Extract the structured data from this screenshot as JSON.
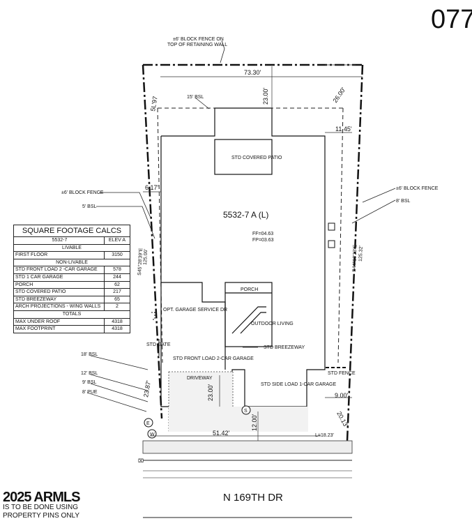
{
  "sheet_number": "077",
  "lot": {
    "plan_label": "5532-7 A (L)",
    "ff": "FF=04.63",
    "fp": "FP=03.63",
    "street": "N 169TH DR"
  },
  "callouts": {
    "block_fence_top": "±6' BLOCK FENCE ON",
    "block_fence_top2": "TOP OF RETAINING WALL",
    "block_fence_left": "±6' BLOCK FENCE",
    "bsl_left": "5' BSL",
    "block_fence_right": "±6' BLOCK FENCE",
    "bsl_right": "8' BSL",
    "bsl_rear": "15' BSL",
    "bsl_18": "18' BSL",
    "bsl_12": "12' BSL",
    "bsl_9": "9' BSL",
    "pue_8": "8' PUE",
    "std_gate": "STD GATE",
    "std_fence": "STD FENCE",
    "std_breezeway": "STD BREEZEWAY",
    "opt_garage": "OPT. GARAGE SERVICE DR",
    "std_covered_patio": "STD COVERED PATIO",
    "porch": "PORCH",
    "outdoor_living": "OUTDOOR LIVING",
    "std_front_load": "STD FRONT LOAD 2-CAR GARAGE",
    "std_side_load": "STD SIDE LOAD 1-CAR GARAGE",
    "driveway": "DRIVEWAY",
    "arc_length": "L=18.23'"
  },
  "dimensions": {
    "rear_width": "73.30'",
    "rear_setback": "23.00'",
    "left_top_dim": "5L'97",
    "right_angle_top": "26.00'",
    "right_offset": "11.45'",
    "left_offset": "6.17'",
    "left_bearing": "S45°28'39\"E",
    "left_len": "125.00'",
    "right_bearing": "S44°18'23\"E",
    "right_len": "125.32'",
    "front_left": "23.87'",
    "front_setback": "23.00'",
    "side_setback": "12.00'",
    "right_front": "9.00'",
    "right_chord": "20.13'",
    "front_width": "51.42'"
  },
  "markers": {
    "e": "E",
    "w": "W",
    "s": "S"
  },
  "sqft_table": {
    "title": "SQUARE FOOTAGE CALCS",
    "col1": "5532-7",
    "col2": "ELEV A",
    "sections": [
      {
        "name": "LIVABLE",
        "rows": [
          {
            "label": "FIRST FLOOR",
            "value": "3150"
          }
        ]
      },
      {
        "name": "NON-LIVABLE",
        "rows": [
          {
            "label": "STD FRONT LOAD 2 -CAR GARAGE",
            "value": "578"
          },
          {
            "label": "STD 1 CAR GARAGE",
            "value": "244"
          },
          {
            "label": "PORCH",
            "value": "62"
          },
          {
            "label": "STD COVERED PATIO",
            "value": "217"
          },
          {
            "label": "STD BREEZEWAY",
            "value": "65"
          },
          {
            "label": "ARCH PROJECTIONS - WING WALLS",
            "value": "2"
          }
        ]
      },
      {
        "name": "TOTALS",
        "rows": [
          {
            "label": "MAX UNDER ROOF",
            "value": "4318"
          },
          {
            "label": "MAX FOOTPRINT",
            "value": "4318"
          }
        ]
      }
    ]
  },
  "footer": {
    "watermark": "2025 ARMLS",
    "note1": "IS TO BE DONE USING",
    "note2": "PROPERTY PINS ONLY"
  }
}
